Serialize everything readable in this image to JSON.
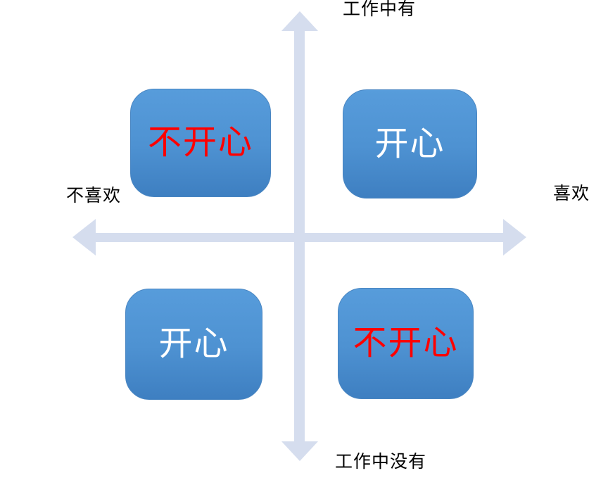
{
  "diagram": {
    "type": "quadrant-matrix",
    "axis": {
      "top_label": "工作中有",
      "bottom_label": "工作中没有",
      "left_label": "不喜欢",
      "right_label": "喜欢"
    },
    "quadrants": [
      {
        "position": "top-left",
        "label": "不开心",
        "text_color": "#FF0000"
      },
      {
        "position": "top-right",
        "label": "开心",
        "text_color": "#FFFFFF"
      },
      {
        "position": "bottom-left",
        "label": "开心",
        "text_color": "#FFFFFF"
      },
      {
        "position": "bottom-right",
        "label": "不开心",
        "text_color": "#FF0000"
      }
    ],
    "colors": {
      "arrow": "#D5DDEE",
      "box_gradient_top": "#579CDB",
      "box_gradient_mid": "#4E92D2",
      "box_gradient_bottom": "#3E7FC1",
      "box_border": "#4A86C2",
      "axis_label_text": "#000000",
      "background": "#FFFFFF"
    }
  }
}
